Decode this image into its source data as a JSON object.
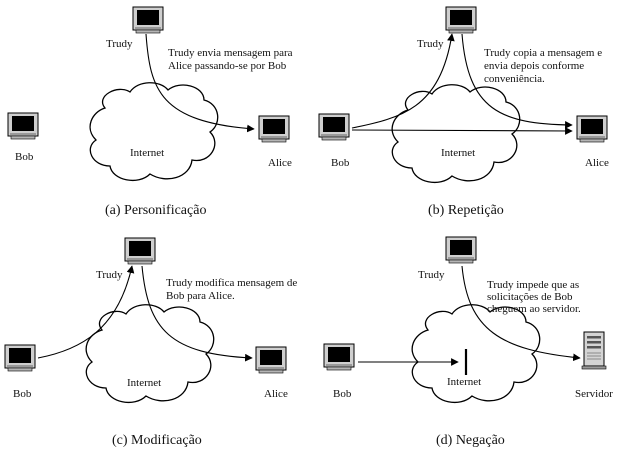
{
  "panels": {
    "a": {
      "caption": "(a) Personificação",
      "trudy": "Trudy",
      "bob": "Bob",
      "alice": "Alice",
      "internet": "Internet",
      "note": [
        "Trudy envia mensagem para",
        "Alice passando-se por Bob"
      ]
    },
    "b": {
      "caption": "(b) Repetição",
      "trudy": "Trudy",
      "bob": "Bob",
      "alice": "Alice",
      "internet": "Internet",
      "note": [
        "Trudy copia a mensagem e",
        "envia depois conforme",
        "conveniência."
      ]
    },
    "c": {
      "caption": "(c) Modificação",
      "trudy": "Trudy",
      "bob": "Bob",
      "alice": "Alice",
      "internet": "Internet",
      "note": [
        "Trudy modifica mensagem de",
        "Bob para Alice."
      ]
    },
    "d": {
      "caption": "(d) Negação",
      "trudy": "Trudy",
      "bob": "Bob",
      "server": "Servidor",
      "internet": "Internet",
      "note": [
        "Trudy impede que as",
        "solicitações de Bob",
        "cheguem ao servidor."
      ]
    }
  },
  "icons": {
    "computer": "computer-icon",
    "server": "server-icon"
  }
}
